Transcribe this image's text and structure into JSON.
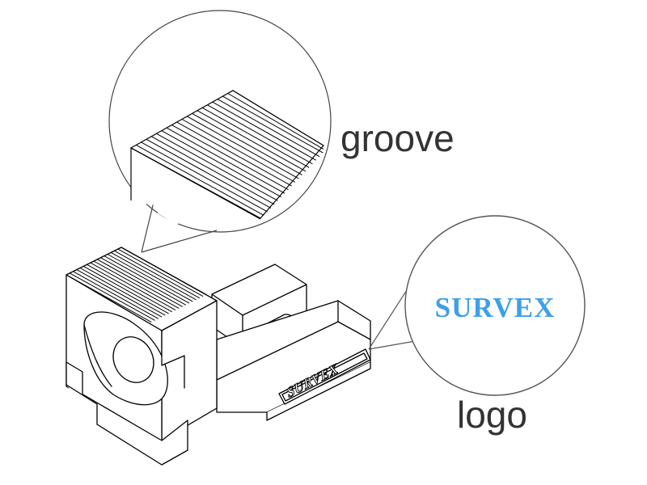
{
  "callouts": {
    "groove_label": "groove",
    "logo_label": "logo"
  },
  "logo": {
    "text": "SURVEX",
    "zoom_color": "#3ea0e6",
    "engraving_color": "#000000"
  },
  "colors": {
    "line": "#000000",
    "callout_line": "#555555",
    "fill": "#ffffff"
  }
}
